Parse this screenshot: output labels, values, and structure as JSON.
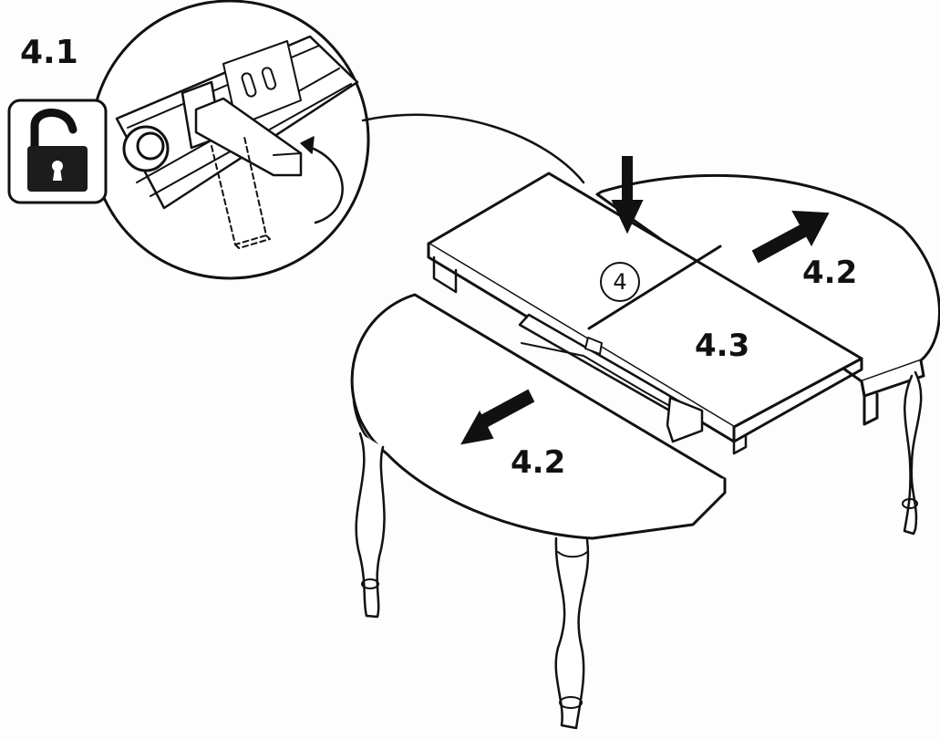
{
  "labels": {
    "step_number": "4",
    "detail_step": "4.1",
    "slide_right": "4.2",
    "slide_left": "4.2",
    "insert_leaf": "4.3"
  },
  "icons": {
    "lock": "unlocked-padlock-icon",
    "arrows": [
      "down-arrow-icon",
      "up-right-arrow-icon",
      "down-left-arrow-icon"
    ]
  },
  "colors": {
    "ink": "#111111",
    "paper": "#fdfdfd"
  }
}
